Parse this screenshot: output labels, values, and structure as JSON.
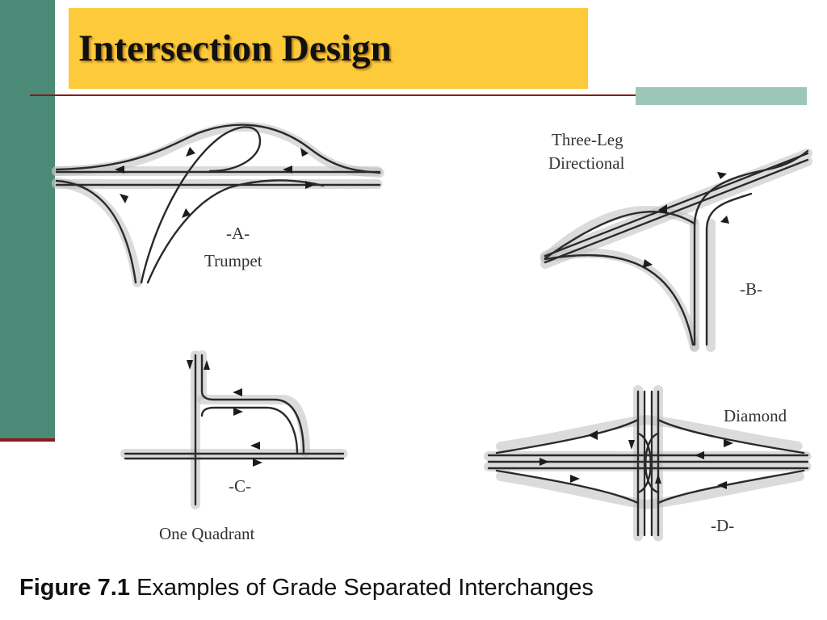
{
  "slide": {
    "title": "Intersection Design",
    "colors": {
      "sidebar": "#4a8a76",
      "title_bg": "#fcca3a",
      "rule": "#8b1a1a",
      "accent": "#9cc7b7"
    }
  },
  "figures": {
    "trumpet": {
      "letter": "-A-",
      "name": "Trumpet"
    },
    "directional": {
      "name_line1": "Three-Leg",
      "name_line2": "Directional",
      "letter": "-B-"
    },
    "quadrant": {
      "letter": "-C-",
      "name": "One Quadrant"
    },
    "diamond": {
      "name": "Diamond",
      "letter": "-D-"
    }
  },
  "caption": {
    "prefix": "Figure 7.1",
    "text": "Examples of Grade Separated Interchanges"
  }
}
